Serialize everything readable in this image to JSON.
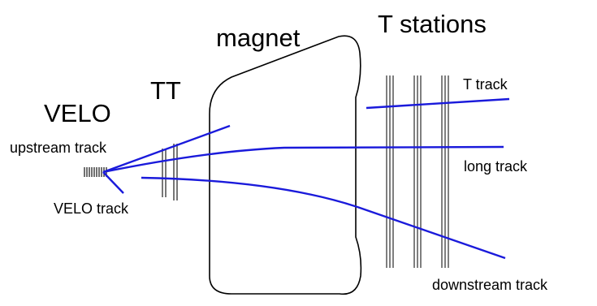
{
  "labels": {
    "t_stations": "T stations",
    "magnet": "magnet",
    "tt": "TT",
    "velo": "VELO",
    "upstream_track": "upstream track",
    "velo_track": "VELO track",
    "t_track": "T track",
    "long_track": "long track",
    "downstream_track": "downstream track"
  },
  "colors": {
    "track": "#1a1adb",
    "detector": "#555555",
    "outline": "#000000"
  }
}
